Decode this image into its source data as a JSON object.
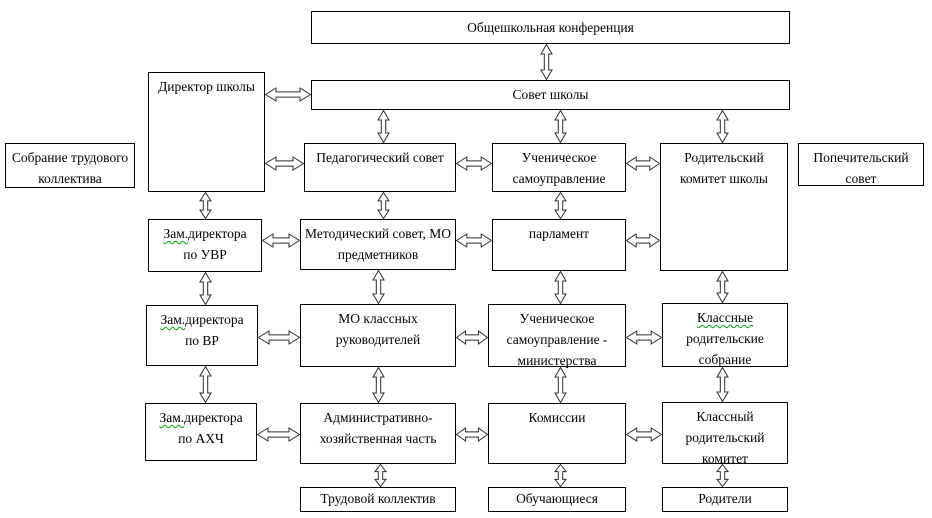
{
  "nodes": {
    "conference": "Общешкольная конференция",
    "school_council": "Совет школы",
    "director": "Директор школы",
    "labor_meeting": "Собрание трудового коллектива",
    "pedagogical_council": "Педагогический совет",
    "student_government": "Ученическое самоуправление",
    "parent_committee_school": "Родительский комитет школы",
    "trustees_council": "Попечительский совет",
    "deputy_uvr": {
      "prefix": "Зам.",
      "name": "директора",
      "line2": "по УВР"
    },
    "method_council": "Методический совет, МО предметников",
    "parliament": "парламент",
    "deputy_vr": {
      "prefix": "Зам.",
      "name": "директора",
      "line2": "по ВР"
    },
    "mo_class_teachers": "МО классных руководителей",
    "student_gov_ministries": "Ученическое самоуправление - министерства",
    "class_parent_meetings": {
      "word1": "Классные",
      "rest": "родительские собрание"
    },
    "deputy_ahch": {
      "prefix": "Зам.",
      "name": "директора",
      "line2": "по АХЧ"
    },
    "admin_household": "Административно-хозяйственная часть",
    "commissions": "Комиссии",
    "class_parent_committee": "Классный родительский комитет",
    "labor_collective": "Трудовой коллектив",
    "students": "Обучающиеся",
    "parents": "Родители"
  },
  "colors": {
    "box_border": "#000000",
    "text": "#000000",
    "spellcheck_underline": "#00a000",
    "background": "#ffffff"
  }
}
